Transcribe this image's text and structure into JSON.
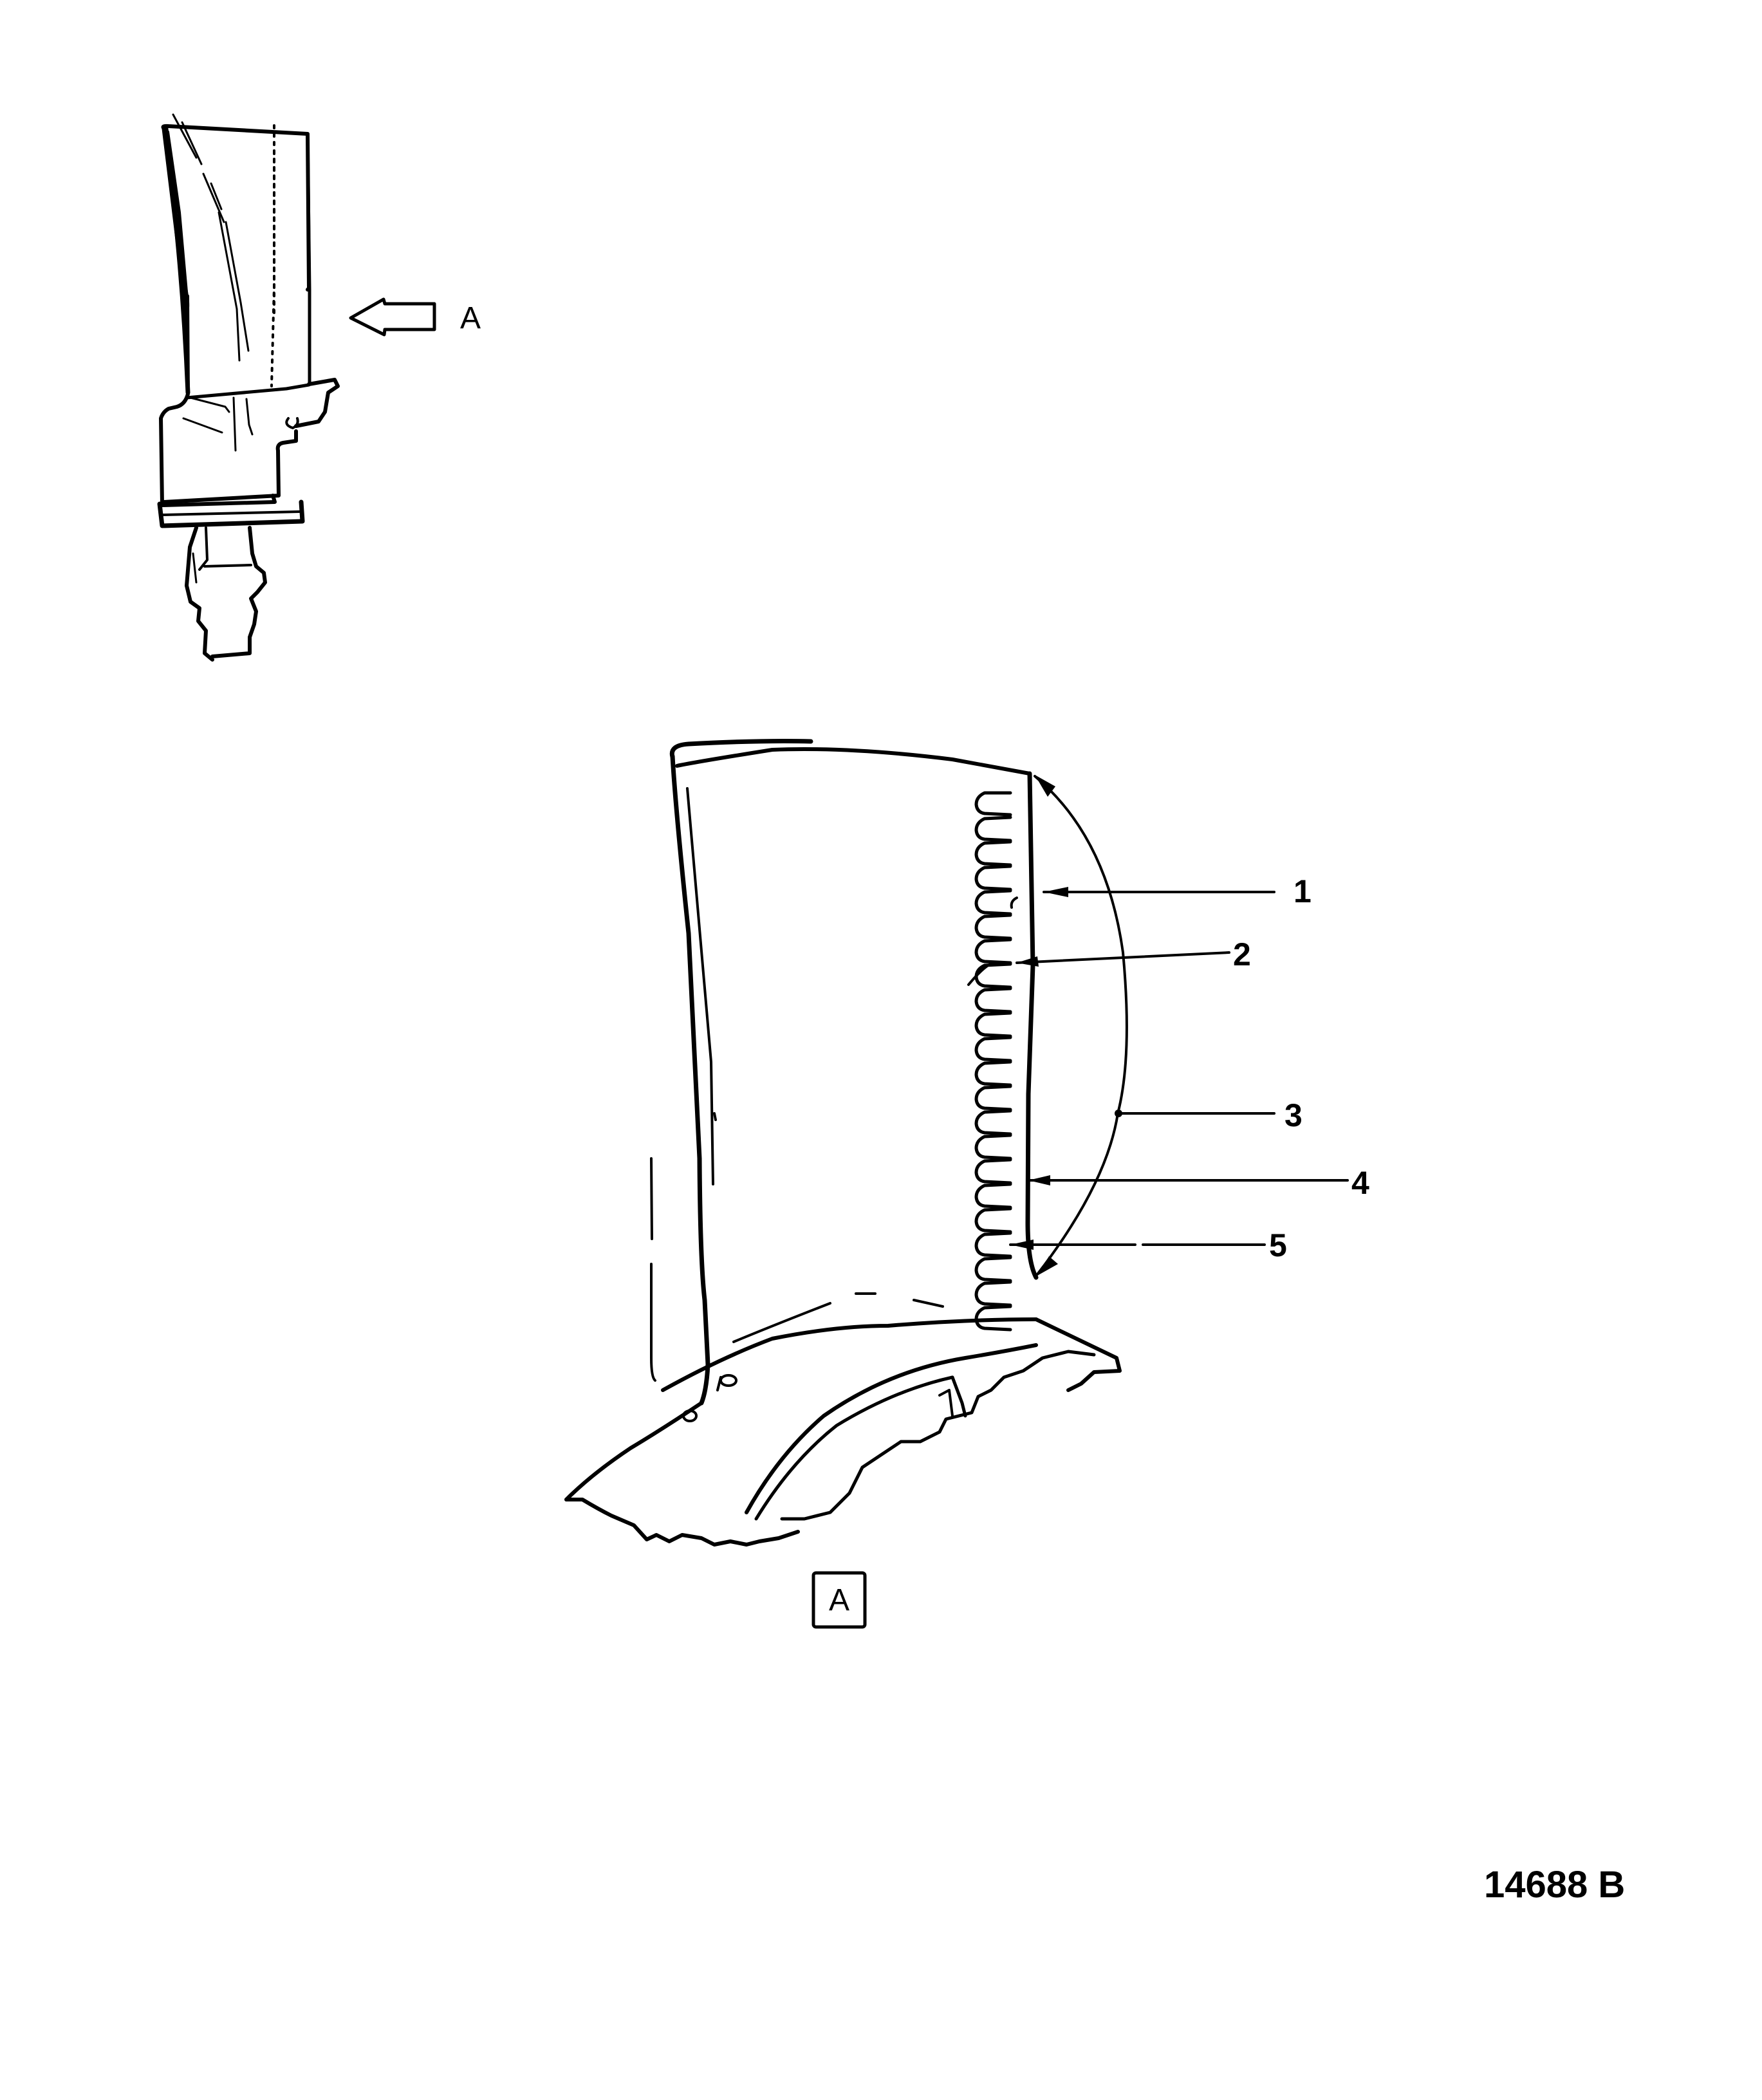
{
  "diagram": {
    "type": "technical-illustration",
    "subject": "turbine blade trailing edge",
    "overview": {
      "view_arrow_label": "A",
      "view_arrow_icon": "left-arrow-icon"
    },
    "detail_view": {
      "label": "A"
    },
    "callouts": [
      {
        "number": "1"
      },
      {
        "number": "2"
      },
      {
        "number": "3"
      },
      {
        "number": "4"
      },
      {
        "number": "5"
      }
    ],
    "figure_number": "14688 B",
    "colors": {
      "line": "#000000",
      "background": "#ffffff"
    }
  }
}
